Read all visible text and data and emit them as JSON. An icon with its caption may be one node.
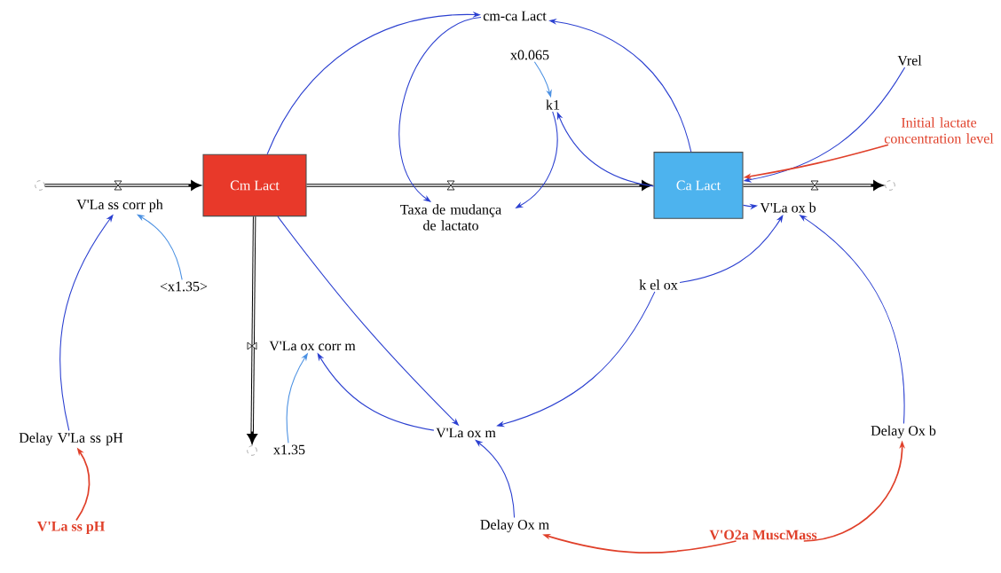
{
  "diagram": {
    "nodes": [
      {
        "text": [
          "Cm Lact"
        ]
      },
      {
        "text": [
          "Ca Lact"
        ]
      },
      {
        "text": [
          "cm-ca Lact"
        ]
      },
      {
        "text": [
          "x0.065"
        ]
      },
      {
        "text": [
          "k1"
        ]
      },
      {
        "text": [
          "Vrel"
        ]
      },
      {
        "text": [
          "Initial lactate concentration level"
        ]
      },
      {
        "text": [
          "V'La ss corr ph"
        ]
      },
      {
        "text": [
          "Taxa de mudança de lactato"
        ]
      },
      {
        "text": [
          "V'La ox b"
        ]
      },
      {
        "text": [
          "<x1.35>"
        ]
      },
      {
        "text": [
          "k el ox"
        ]
      },
      {
        "text": [
          "V'La ox corr m"
        ]
      },
      {
        "text": [
          "V'La ox m"
        ]
      },
      {
        "text": [
          "x1.35"
        ]
      },
      {
        "text": [
          "Delay V'La ss pH"
        ]
      },
      {
        "text": [
          "Delay Ox b"
        ]
      },
      {
        "text": [
          "Delay Ox m"
        ]
      },
      {
        "text": [
          "V'La ss pH"
        ]
      },
      {
        "text": [
          "V'O2a MuscMass"
        ]
      },
      {
        "text": [],
        "shape": "cloud"
      },
      {
        "text": [],
        "shape": "cloud"
      },
      {
        "text": [],
        "shape": "cloud"
      }
    ],
    "edges": [
      {
        "from": 20,
        "to": 0,
        "arrow": "to",
        "style": "thick",
        "color": "#000000"
      },
      {
        "from": 0,
        "to": 1,
        "arrow": "to",
        "style": "thick",
        "color": "#000000"
      },
      {
        "from": 1,
        "to": 21,
        "arrow": "to",
        "style": "thick",
        "color": "#000000"
      },
      {
        "from": 0,
        "to": 22,
        "arrow": "to",
        "style": "thick",
        "color": "#000000"
      },
      {
        "from": 0,
        "to": 2,
        "arrow": "to"
      },
      {
        "from": 1,
        "to": 2,
        "arrow": "to"
      },
      {
        "from": 2,
        "to": 8,
        "arrow": "to"
      },
      {
        "from": 4,
        "to": 8,
        "arrow": "to"
      },
      {
        "from": 3,
        "to": 4,
        "arrow": "to",
        "color": "#4a90e2"
      },
      {
        "from": 1,
        "to": 4,
        "arrow": "to"
      },
      {
        "from": 5,
        "to": 1,
        "arrow": "to"
      },
      {
        "from": 6,
        "to": 1,
        "arrow": "to",
        "color": "#e0402a"
      },
      {
        "from": 1,
        "to": 9,
        "arrow": "to"
      },
      {
        "from": 11,
        "to": 9,
        "arrow": "to"
      },
      {
        "from": 16,
        "to": 9,
        "arrow": "to"
      },
      {
        "from": 10,
        "to": 7,
        "arrow": "to",
        "color": "#4a90e2"
      },
      {
        "from": 15,
        "to": 7,
        "arrow": "to"
      },
      {
        "from": 0,
        "to": 13,
        "arrow": "to"
      },
      {
        "from": 11,
        "to": 13,
        "arrow": "to"
      },
      {
        "from": 13,
        "to": 12,
        "arrow": "to"
      },
      {
        "from": 14,
        "to": 12,
        "arrow": "to",
        "color": "#4a90e2"
      },
      {
        "from": 17,
        "to": 13,
        "arrow": "to"
      },
      {
        "from": 18,
        "to": 15,
        "arrow": "to",
        "color": "#e0402a"
      },
      {
        "from": 19,
        "to": 17,
        "arrow": "to",
        "color": "#e0402a"
      },
      {
        "from": 19,
        "to": 16,
        "arrow": "to",
        "color": "#e0402a"
      }
    ]
  }
}
